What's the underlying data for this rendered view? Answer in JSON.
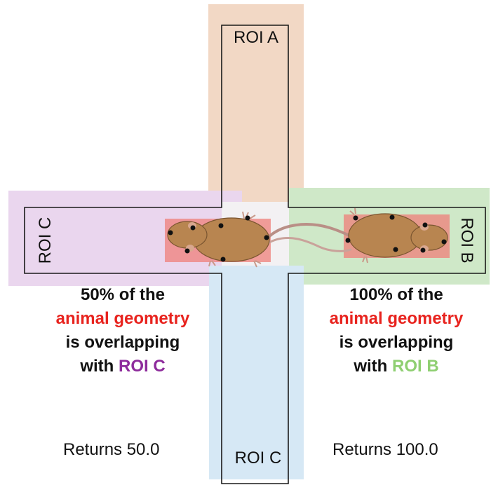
{
  "rois": {
    "top_label": "ROI A",
    "right_label": "ROI B",
    "left_label": "ROI C",
    "bottom_label": "ROI C"
  },
  "colors": {
    "roi_a_fill": "#efdccf",
    "roi_a_band": "#f1d6c2",
    "roi_b_fill": "#cfe8c8",
    "roi_b_accent": "#8fcf72",
    "roi_c_left_fill": "#ead6ee",
    "roi_c_accent": "#8e2c9c",
    "roi_c_bottom_fill": "#d6e8f5",
    "animal_box": "#ef7f7a",
    "highlight_red": "#e8231e",
    "mouse_body": "#b88550"
  },
  "left_caption": {
    "line1": "50% of the",
    "line2": "animal geometry",
    "line3": "is overlapping",
    "line4_prefix": "with ",
    "line4_roi": "ROI C"
  },
  "right_caption": {
    "line1": "100% of the",
    "line2": "animal geometry",
    "line3": "is overlapping",
    "line4_prefix": "with ",
    "line4_roi": "ROI B"
  },
  "left_result": "Returns 50.0",
  "right_result": "Returns 100.0"
}
